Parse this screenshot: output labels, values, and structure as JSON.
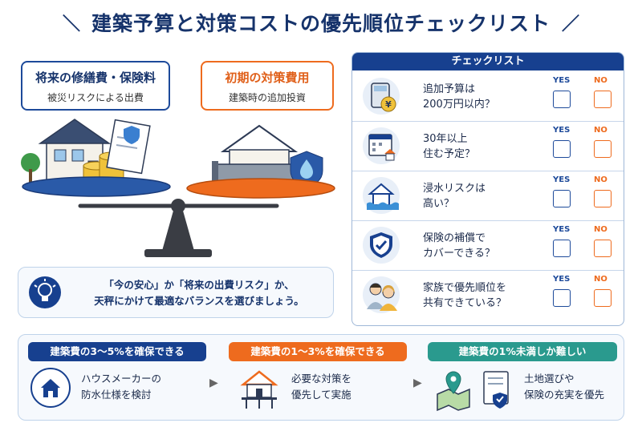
{
  "title": "建築予算と対策コストの優先順位チェックリスト",
  "future_box": {
    "title": "将来の修繕費・保険料",
    "subtitle": "被災リスクによる出費"
  },
  "initial_box": {
    "title": "初期の対策費用",
    "subtitle": "建築時の追加投資"
  },
  "tip": {
    "line1": "「今の安心」か「将来の出費リスク」か、",
    "line2": "天秤にかけて最適なバランスを選びましょう。"
  },
  "checklist": {
    "header": "チェックリスト",
    "yes_label": "YES",
    "no_label": "NO",
    "items": [
      {
        "line1": "追加予算は",
        "line2": "200万円以内？",
        "icon": "calculator-yen-icon"
      },
      {
        "line1": "30年以上",
        "line2": "住む予定？",
        "icon": "calendar-house-icon"
      },
      {
        "line1": "浸水リスクは",
        "line2": "高い？",
        "icon": "flooded-house-icon"
      },
      {
        "line1": "保険の補償で",
        "line2": "カバーできる？",
        "icon": "shield-check-icon"
      },
      {
        "line1": "家族で優先順位を",
        "line2": "共有できている？",
        "icon": "family-icon"
      }
    ]
  },
  "bottom": {
    "steps": [
      {
        "label": "建築費の3〜5%を確保できる",
        "line1": "ハウスメーカーの",
        "line2": "防水仕様を検討",
        "icon": "house-badge-icon"
      },
      {
        "label": "建築費の1〜3%を確保できる",
        "line1": "必要な対策を",
        "line2": "優先して実施",
        "icon": "elevated-house-icon"
      },
      {
        "label": "建築費の1%未満しか難しい",
        "line1": "土地選びや",
        "line2": "保険の充実を優先",
        "icon": "map-pin-document-icon"
      }
    ],
    "arrow": "▶"
  },
  "colors": {
    "navy": "#17408f",
    "orange": "#ee6b1e",
    "teal": "#2a9a8e"
  }
}
